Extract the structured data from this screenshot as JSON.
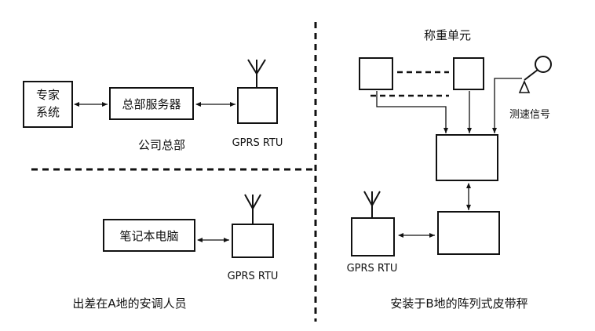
{
  "hq": {
    "expert_system": [
      "专家",
      "系统"
    ],
    "server": "总部服务器",
    "rtu": "GPRS RTU",
    "caption": "公司总部"
  },
  "field": {
    "laptop": "笔记本电脑",
    "rtu": "GPRS RTU",
    "caption": "出差在A地的安调人员"
  },
  "site": {
    "weighing_unit": "称重单元",
    "speed_signal": "测速信号",
    "rtu": "GPRS RTU",
    "caption": "安装于B地的阵列式皮带秤"
  },
  "colors": {
    "ink": "#111111",
    "background": "#ffffff"
  }
}
